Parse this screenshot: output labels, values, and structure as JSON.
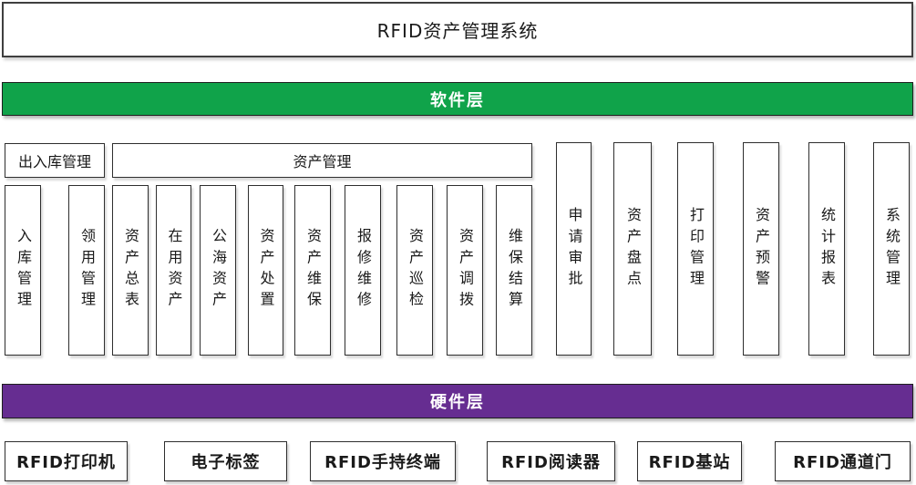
{
  "title": "RFID资产管理系统",
  "layers": {
    "software": {
      "label": "软件层",
      "color": "#10A34A"
    },
    "hardware": {
      "label": "硬件层",
      "color": "#662D91"
    }
  },
  "groups": {
    "inout_header": "出入库管理",
    "asset_header": "资产管理"
  },
  "software_modules": {
    "inout": [
      "入库管理",
      "领用管理"
    ],
    "asset": [
      "资产总表",
      "在用资产",
      "公海资产",
      "资产处置",
      "资产维保",
      "报修维修",
      "资产巡检",
      "资产调拨",
      "维保结算"
    ],
    "standalone": [
      "申请审批",
      "资产盘点",
      "打印管理",
      "资产预警",
      "统计报表",
      "系统管理"
    ]
  },
  "hardware_devices": [
    "RFID打印机",
    "电子标签",
    "RFID手持终端",
    "RFID阅读器",
    "RFID基站",
    "RFID通道门"
  ]
}
